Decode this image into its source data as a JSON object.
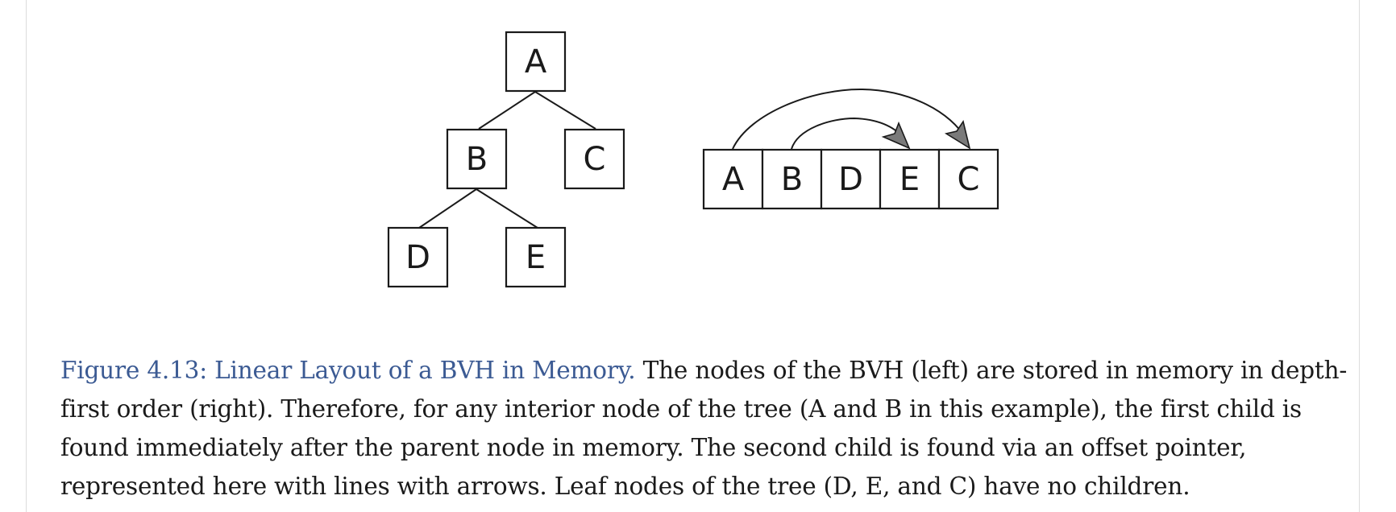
{
  "diagram": {
    "tree": {
      "nodes": [
        {
          "id": "A",
          "label": "A"
        },
        {
          "id": "B",
          "label": "B"
        },
        {
          "id": "C",
          "label": "C"
        },
        {
          "id": "D",
          "label": "D"
        },
        {
          "id": "E",
          "label": "E"
        }
      ],
      "edges": [
        [
          "A",
          "B"
        ],
        [
          "A",
          "C"
        ],
        [
          "B",
          "D"
        ],
        [
          "B",
          "E"
        ]
      ]
    },
    "memory_layout": {
      "cells": [
        "A",
        "B",
        "D",
        "E",
        "C"
      ],
      "offset_pointers": [
        {
          "from": "A",
          "to": "C"
        },
        {
          "from": "B",
          "to": "E"
        }
      ]
    }
  },
  "caption": {
    "figure_label": "Figure 4.13: Linear Layout of a BVH in Memory.",
    "text": " The nodes of the BVH (left) are stored in memory in depth-first order (right). Therefore, for any interior node of the tree (A and B in this example), the first child is found immediately after the parent node in memory. The second child is found via an offset pointer, represented here with lines with arrows. Leaf nodes of the tree (D, E, and C) have no children."
  },
  "colors": {
    "caption_label": "#3b5a93",
    "arrow_fill": "#7a7a7a",
    "stroke": "#1a1a1a"
  }
}
